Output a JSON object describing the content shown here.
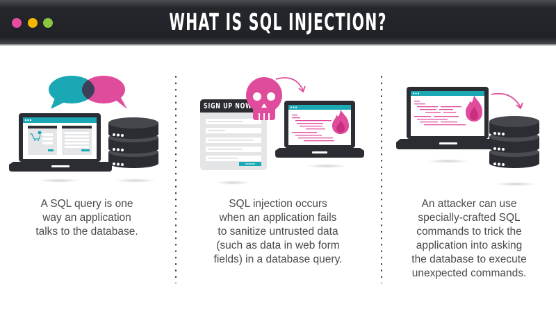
{
  "header": {
    "title": "WHAT IS SQL INJECTION?",
    "window_dots": [
      {
        "name": "pink",
        "color": "#e84c9e"
      },
      {
        "name": "yellow",
        "color": "#f5b800"
      },
      {
        "name": "green",
        "color": "#8cc63f"
      }
    ],
    "background": "#222429"
  },
  "colors": {
    "teal": "#1aa8b4",
    "pink": "#e04c9c",
    "dark": "#2b2d33",
    "overlap": "#3b3f5a",
    "form_gray": "#e4e5e7",
    "text": "#4a4a4a"
  },
  "panels": [
    {
      "illustration": "laptop-talking-to-database",
      "icons": [
        "speech-bubble-teal",
        "speech-bubble-pink",
        "laptop",
        "shopping-cart",
        "database"
      ],
      "caption_lines": [
        "A SQL query is one",
        "way an application",
        "talks to the database."
      ]
    },
    {
      "illustration": "skull-injected-into-form",
      "form_header": "SIGN UP NOW",
      "icons": [
        "sign-up-form",
        "skull",
        "arrow",
        "laptop",
        "flame"
      ],
      "caption_lines": [
        "SQL injection occurs",
        "when an application fails",
        "to sanitize untrusted data",
        "(such as data in web form",
        "fields) in a database query."
      ]
    },
    {
      "illustration": "laptop-attacking-database",
      "icons": [
        "laptop",
        "flame",
        "arrow",
        "database"
      ],
      "caption_lines": [
        "An attacker can use",
        "specially-crafted SQL",
        "commands to trick the",
        "application into asking",
        "the database to execute",
        "unexpected commands."
      ]
    }
  ]
}
